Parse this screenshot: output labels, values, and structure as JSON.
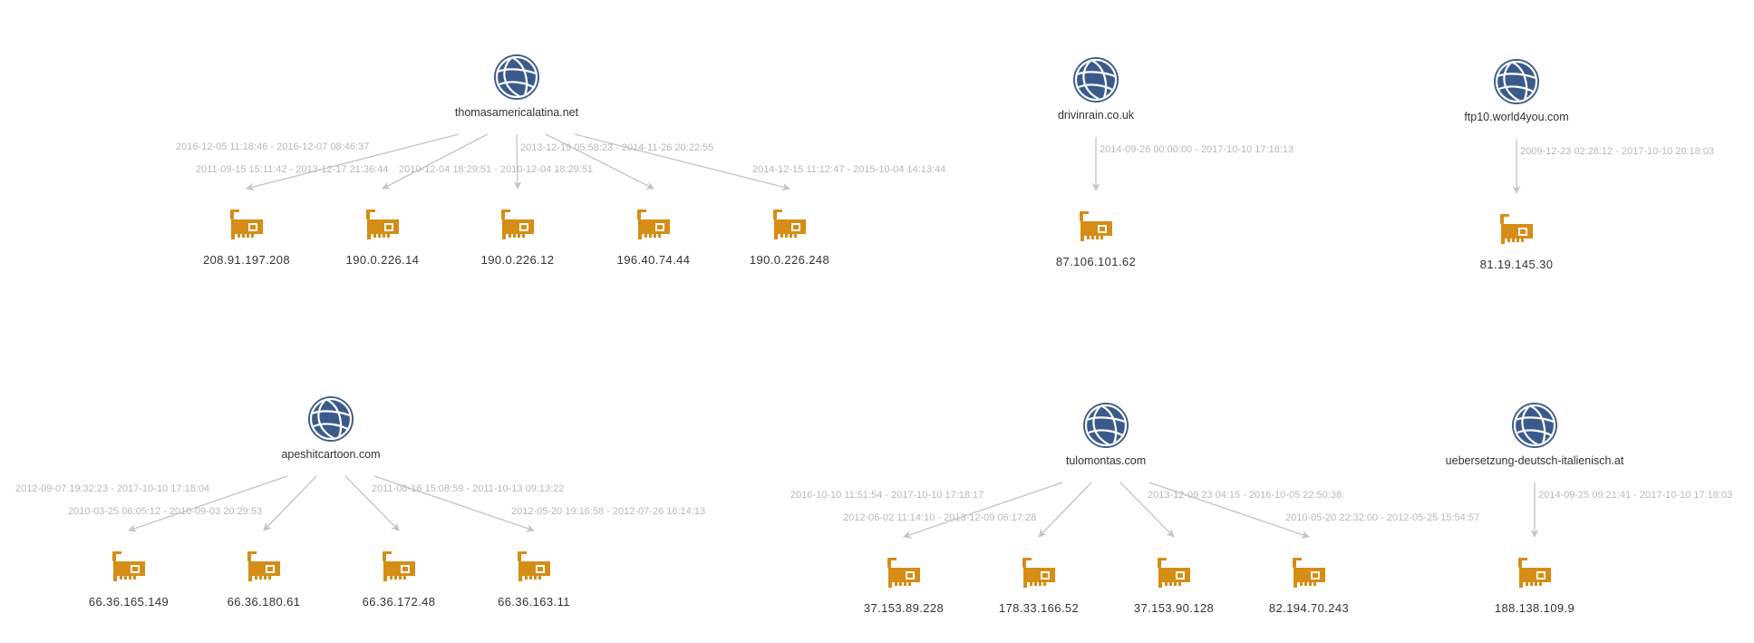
{
  "colors": {
    "domain_node": "#3b5a8c",
    "ip_node": "#d58d16",
    "edge": "#c4c4c4",
    "edge_label": "#b9b9b9",
    "node_label": "#333333"
  },
  "icons": {
    "domain": "globe-icon",
    "ip": "network-card-icon"
  },
  "clusters": [
    {
      "domain": "thomasamericalatina.net",
      "links": [
        {
          "ip": "208.91.197.208",
          "period": "2016-12-05 11:18:46 - 2016-12-07 08:46:37"
        },
        {
          "ip": "190.0.226.14",
          "period": "2011-09-15 15:11:42 - 2013-12-17 21:36:44"
        },
        {
          "ip": "190.0.226.12",
          "period": "2010-12-04 18:29:51 - 2010-12-04 18:29:51"
        },
        {
          "ip": "196.40.74.44",
          "period": "2013-12-19 05:58:23 - 2014-11-26 20:22:55"
        },
        {
          "ip": "190.0.226.248",
          "period": "2014-12-15 11:12:47 - 2015-10-04 14:13:44"
        }
      ]
    },
    {
      "domain": "drivinrain.co.uk",
      "links": [
        {
          "ip": "87.106.101.62",
          "period": "2014-09-26 00:00:00 - 2017-10-10 17:18:13"
        }
      ]
    },
    {
      "domain": "ftp10.world4you.com",
      "links": [
        {
          "ip": "81.19.145.30",
          "period": "2009-12-23 02:28:12 - 2017-10-10 20:18:03"
        }
      ]
    },
    {
      "domain": "apeshitcartoon.com",
      "links": [
        {
          "ip": "66.36.165.149",
          "period": "2012-09-07 19:32:23 - 2017-10-10 17:18:04"
        },
        {
          "ip": "66.36.180.61",
          "period": "2010-03-25 06:05:12 - 2010-09-03 20:29:53"
        },
        {
          "ip": "66.36.172.48",
          "period": "2011-08-16 15:08:59 - 2011-10-13 09:13:22"
        },
        {
          "ip": "66.36.163.11",
          "period": "2012-05-20 19:16:58 - 2012-07-26 16:14:13"
        }
      ]
    },
    {
      "domain": "tulomontas.com",
      "links": [
        {
          "ip": "37.153.89.228",
          "period": "2016-10-10 11:51:54 - 2017-10-10 17:18:17"
        },
        {
          "ip": "178.33.166.52",
          "period": "2012-06-02 11:14:10 - 2013-12-09 06:17:28"
        },
        {
          "ip": "37.153.90.128",
          "period": "2013-12-09 23 04:15 - 2016-10-05 22:50:38"
        },
        {
          "ip": "82.194.70.243",
          "period": "2010-05-20 22:32:00 - 2012-05-25 15:54:57"
        }
      ]
    },
    {
      "domain": "uebersetzung-deutsch-italienisch.at",
      "links": [
        {
          "ip": "188.138.109.9",
          "period": "2014-09-25 09:21:41 - 2017-10-10 17:18:03"
        }
      ]
    }
  ]
}
